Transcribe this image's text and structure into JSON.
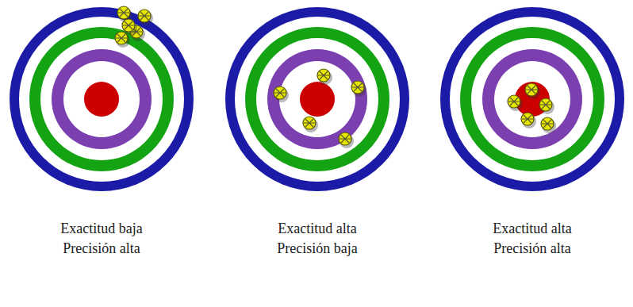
{
  "diagram": {
    "labels": [
      "Exactitud baja",
      "Precisión alta",
      "Exactitud alta",
      "Precisión baja",
      "Exactitud alta",
      "Precisión alta"
    ]
  }
}
